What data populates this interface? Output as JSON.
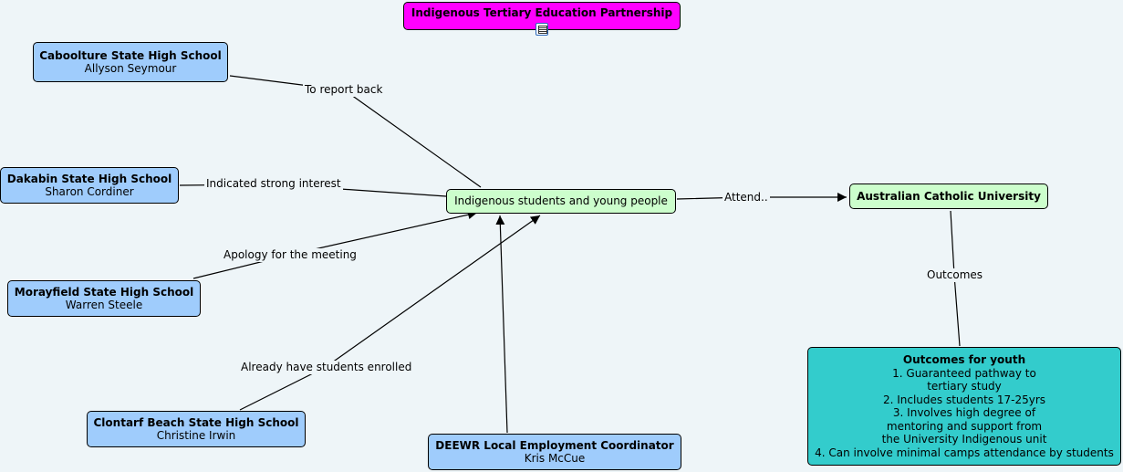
{
  "map": {
    "title": "Indigenous Tertiary Education Partnership",
    "center": "Indigenous students and young people",
    "acu": "Australian Catholic University",
    "caboolture": {
      "name": "Caboolture State High School",
      "contact": "Allyson Seymour"
    },
    "dakabin": {
      "name": "Dakabin State High School",
      "contact": "Sharon Cordiner"
    },
    "morayfield": {
      "name": "Morayfield State High School",
      "contact": "Warren Steele"
    },
    "clontarf": {
      "name": "Clontarf Beach State High School",
      "contact": "Christine Irwin"
    },
    "deewr": {
      "name": "DEEWR Local Employment Coordinator",
      "contact": "Kris McCue"
    },
    "outcomes": {
      "title": "Outcomes for youth",
      "lines": [
        "1. Guaranteed pathway to",
        "tertiary study",
        "2. Includes students 17-25yrs",
        "3. Involves high degree of",
        "mentoring and support from",
        "the University Indigenous unit",
        "4. Can involve minimal camps attendance by students"
      ]
    }
  },
  "links": {
    "report_back": "To report back",
    "strong_interest": "Indicated strong interest",
    "apology": "Apology for the meeting",
    "enrolled": "Already have students enrolled",
    "attend": "Attend..",
    "outcomes": "Outcomes"
  },
  "colors": {
    "school": "#9fccfc",
    "center": "#ccfecc",
    "title": "#ff00ff",
    "outcomes": "#33cccc",
    "background": "#eef5f8"
  },
  "icons": {
    "title_attachment": "document-icon"
  }
}
